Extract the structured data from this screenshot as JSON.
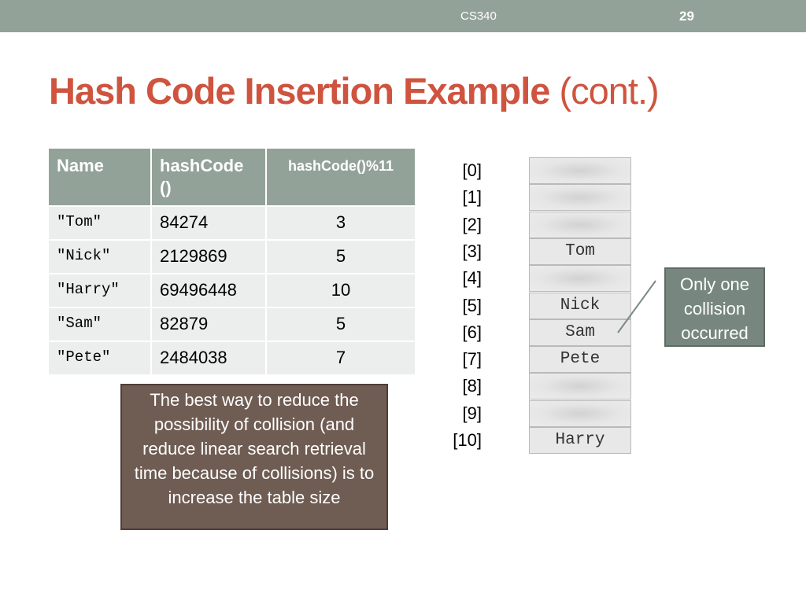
{
  "header": {
    "course": "CS340",
    "slide_number": "29"
  },
  "title": {
    "main": "Hash Code Insertion Example",
    "suffix": "(cont.)"
  },
  "table": {
    "headers": [
      "Name",
      "hashCode\n()",
      "hashCode()%11"
    ],
    "rows": [
      {
        "name": "\"Tom\"",
        "hash": "84274",
        "mod": "3"
      },
      {
        "name": "\"Nick\"",
        "hash": "2129869",
        "mod": "5"
      },
      {
        "name": "\"Harry\"",
        "hash": "69496448",
        "mod": "10"
      },
      {
        "name": "\"Sam\"",
        "hash": "82879",
        "mod": "5"
      },
      {
        "name": "\"Pete\"",
        "hash": "2484038",
        "mod": "7"
      }
    ]
  },
  "note": "The best way to reduce the possibility of collision (and reduce linear search retrieval time because of collisions) is to increase the table size",
  "hash_table": {
    "slots": [
      {
        "index": "[0]",
        "value": ""
      },
      {
        "index": "[1]",
        "value": ""
      },
      {
        "index": "[2]",
        "value": ""
      },
      {
        "index": "[3]",
        "value": "Tom"
      },
      {
        "index": "[4]",
        "value": ""
      },
      {
        "index": "[5]",
        "value": "Nick"
      },
      {
        "index": "[6]",
        "value": "Sam"
      },
      {
        "index": "[7]",
        "value": "Pete"
      },
      {
        "index": "[8]",
        "value": ""
      },
      {
        "index": "[9]",
        "value": ""
      },
      {
        "index": "[10]",
        "value": "Harry"
      }
    ]
  },
  "callout": "Only one collision occurred",
  "colors": {
    "header_bar": "#93a299",
    "title": "#cf543f",
    "note_bg": "#6f5c53",
    "callout_bg": "#77877f"
  }
}
